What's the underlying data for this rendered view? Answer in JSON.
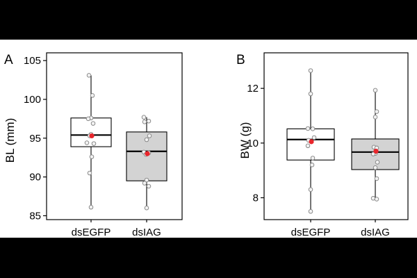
{
  "chart_data": [
    {
      "type": "box",
      "panel_label": "A",
      "ylabel": "BL (mm)",
      "xlabel": "",
      "ylim": [
        84.5,
        106
      ],
      "yticks": [
        85,
        90,
        95,
        100,
        105
      ],
      "categories": [
        "dsEGFP",
        "dsIAG"
      ],
      "box_colors": [
        "#ffffff",
        "#d3d3d3"
      ],
      "mean_color": "#e8262c",
      "groups": [
        {
          "name": "dsEGFP",
          "whisker_low": 86.1,
          "q1": 93.9,
          "median": 95.4,
          "q3": 97.6,
          "whisker_high": 103.1,
          "mean": 95.3,
          "points": [
            103.1,
            100.5,
            97.6,
            97.5,
            96.9,
            95.5,
            95.3,
            94.4,
            94.3,
            92.6,
            90.5,
            86.1
          ]
        },
        {
          "name": "dsIAG",
          "whisker_low": 86.0,
          "q1": 89.5,
          "median": 93.3,
          "q3": 95.8,
          "whisker_high": 97.7,
          "mean": 93.0,
          "points": [
            97.7,
            97.2,
            97.1,
            95.3,
            94.8,
            93.2,
            93.1,
            92.9,
            89.6,
            89.2,
            88.8,
            86.0
          ]
        }
      ]
    },
    {
      "type": "box",
      "panel_label": "B",
      "ylabel": "BW (g)",
      "xlabel": "",
      "ylim": [
        7.2,
        13.3
      ],
      "yticks": [
        8,
        10,
        12
      ],
      "categories": [
        "dsEGFP",
        "dsIAG"
      ],
      "box_colors": [
        "#ffffff",
        "#d3d3d3"
      ],
      "mean_color": "#e8262c",
      "groups": [
        {
          "name": "dsEGFP",
          "whisker_low": 7.5,
          "q1": 9.38,
          "median": 10.13,
          "q3": 10.52,
          "whisker_high": 12.65,
          "mean": 10.05,
          "points": [
            12.65,
            11.8,
            10.53,
            10.52,
            10.2,
            10.1,
            9.9,
            9.45,
            9.2,
            8.3,
            7.5
          ]
        },
        {
          "name": "dsIAG",
          "whisker_low": 7.95,
          "q1": 9.03,
          "median": 9.67,
          "q3": 10.15,
          "whisker_high": 11.93,
          "mean": 9.7,
          "points": [
            11.93,
            11.15,
            10.95,
            9.85,
            9.82,
            9.62,
            9.6,
            9.3,
            9.1,
            8.7,
            7.98,
            7.95
          ]
        }
      ]
    }
  ]
}
